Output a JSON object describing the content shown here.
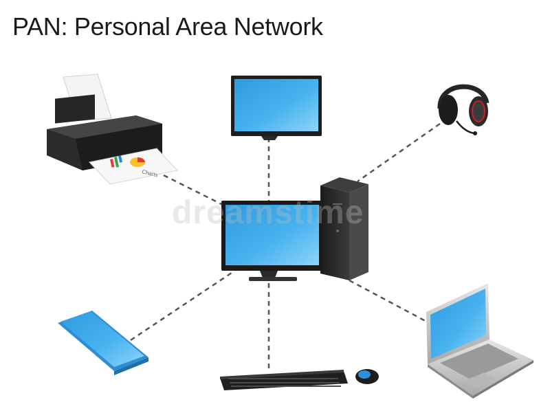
{
  "title": "PAN: Personal Area Network",
  "watermark": "dreamstime",
  "printer": {
    "paper_text": "Charts"
  },
  "colors": {
    "screen_blue": "#3fa9e8",
    "screen_blue_light": "#8fd2f7",
    "device_black": "#222222",
    "link_dash": "#555555",
    "laptop_silver": "#c8c8c8",
    "headset_red": "#c8202a"
  },
  "links": [
    "monitor",
    "printer",
    "headset",
    "smartphone",
    "keyboard-mouse",
    "laptop"
  ],
  "icons": [
    "printer-icon",
    "monitor-icon",
    "headset-icon",
    "desktop-computer-icon",
    "smartphone-icon",
    "keyboard-icon",
    "mouse-icon",
    "laptop-icon"
  ]
}
